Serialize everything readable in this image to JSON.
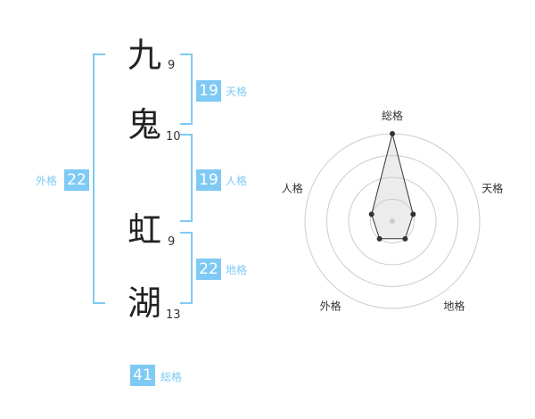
{
  "name": {
    "characters": [
      {
        "char": "九",
        "strokes": "9"
      },
      {
        "char": "鬼",
        "strokes": "10"
      },
      {
        "char": "虹",
        "strokes": "9"
      },
      {
        "char": "湖",
        "strokes": "13"
      }
    ]
  },
  "fortunes": {
    "ten": {
      "label": "天格",
      "value": "19"
    },
    "jin": {
      "label": "人格",
      "value": "19"
    },
    "chi": {
      "label": "地格",
      "value": "22"
    },
    "gai": {
      "label": "外格",
      "value": "22"
    },
    "sou": {
      "label": "総格",
      "value": "41"
    }
  },
  "colors": {
    "accent": "#7fcaf5",
    "text": "#333333"
  },
  "chart_data": {
    "type": "radar",
    "axes": [
      "総格",
      "天格",
      "地格",
      "外格",
      "人格"
    ],
    "rings": 4,
    "range": [
      0,
      4
    ],
    "values": [
      4,
      1,
      1,
      1,
      1
    ]
  }
}
